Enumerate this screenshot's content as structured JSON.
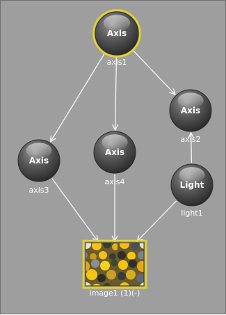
{
  "graph": {
    "nodes": [
      {
        "id": "axis1",
        "kind": "sphere",
        "title": "Axis",
        "label": "axis1",
        "selected": true
      },
      {
        "id": "axis2",
        "kind": "sphere",
        "title": "Axis",
        "label": "axis2",
        "selected": false
      },
      {
        "id": "axis3",
        "kind": "sphere",
        "title": "Axis",
        "label": "axis3",
        "selected": false
      },
      {
        "id": "axis4",
        "kind": "sphere",
        "title": "Axis",
        "label": "axis4",
        "selected": false
      },
      {
        "id": "light1",
        "kind": "sphere",
        "title": "Light",
        "label": "light1",
        "selected": false
      },
      {
        "id": "image1",
        "kind": "image",
        "title": "",
        "label": "image1 (1)(-)",
        "selected": true
      }
    ],
    "edges": [
      {
        "from": "axis1",
        "to": "axis3"
      },
      {
        "from": "axis1",
        "to": "axis4"
      },
      {
        "from": "axis1",
        "to": "axis2"
      },
      {
        "from": "axis3",
        "to": "image1"
      },
      {
        "from": "axis4",
        "to": "image1"
      },
      {
        "from": "light1",
        "to": "axis2"
      },
      {
        "from": "light1",
        "to": "image1"
      }
    ],
    "colors": {
      "background": "#9e9e9e",
      "edge": "#f2f2f2",
      "sphere_dark": "#3a3a3a",
      "sphere_light": "#8a8a8a",
      "selection": "#e8d51a",
      "text": "#ffffff"
    }
  }
}
